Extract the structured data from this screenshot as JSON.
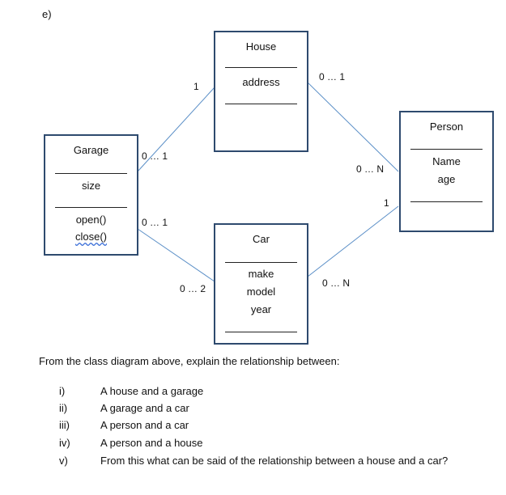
{
  "part_label": "e)",
  "classes": {
    "house": {
      "name": "House",
      "attributes": [
        "address"
      ],
      "methods": []
    },
    "garage": {
      "name": "Garage",
      "attributes": [
        "size"
      ],
      "methods": [
        "open()",
        "close()"
      ]
    },
    "car": {
      "name": "Car",
      "attributes": [
        "make",
        "model",
        "year"
      ],
      "methods": []
    },
    "person": {
      "name": "Person",
      "attributes": [
        "Name",
        "age"
      ],
      "methods": []
    }
  },
  "multiplicities": {
    "house_garage_house_end": "1",
    "house_garage_garage_end": "0 … 1",
    "house_person_house_end": "0 … 1",
    "house_person_person_end": "0 … N",
    "garage_car_garage_end": "0 … 1",
    "garage_car_car_end": "0 … 2",
    "car_person_car_end": "0 … N",
    "car_person_person_end": "1"
  },
  "question": {
    "prompt": "From the class diagram above, explain the relationship between:",
    "items": [
      {
        "num": "i)",
        "text": "A house and a garage"
      },
      {
        "num": "ii)",
        "text": "A garage and a car"
      },
      {
        "num": "iii)",
        "text": "A person and a car"
      },
      {
        "num": "iv)",
        "text": "A person and a house"
      },
      {
        "num": "v)",
        "text": "From this what can be said of the relationship between a house and a car?"
      }
    ]
  }
}
